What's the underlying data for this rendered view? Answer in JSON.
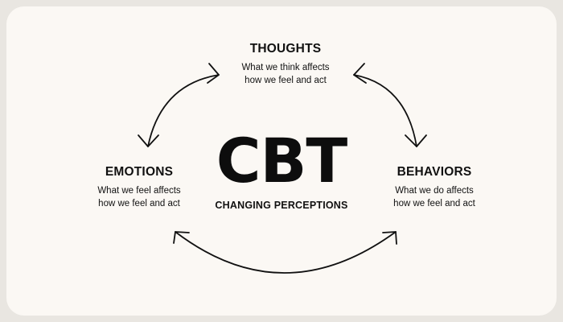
{
  "center": {
    "title": "CBT",
    "subtitle": "CHANGING PERCEPTIONS"
  },
  "nodes": {
    "thoughts": {
      "title": "THOUGHTS",
      "desc_line1": "What we think affects",
      "desc_line2": "how we feel and act"
    },
    "emotions": {
      "title": "EMOTIONS",
      "desc_line1": "What we feel affects",
      "desc_line2": "how we feel and act"
    },
    "behaviors": {
      "title": "BEHAVIORS",
      "desc_line1": "What we do affects",
      "desc_line2": "how we feel and act"
    }
  },
  "colors": {
    "background": "#fbf8f4",
    "text": "#111111"
  }
}
